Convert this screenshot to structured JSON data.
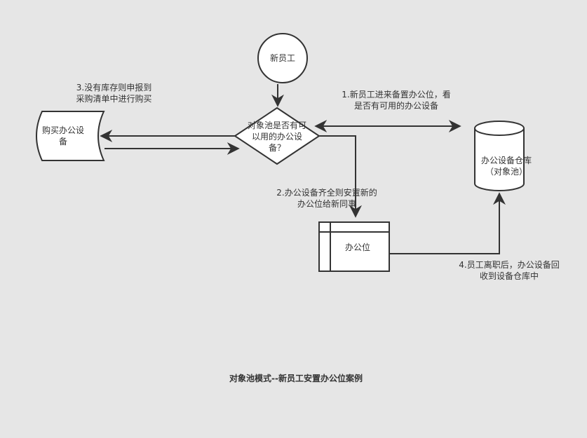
{
  "colors": {
    "background": "#e6e6e6",
    "stroke": "#333333",
    "fill": "#ffffff"
  },
  "nodes": {
    "new_employee": "新员工",
    "decision": "对象池是否有可\n以用的办公设\n备？",
    "purchase": "购买办公设\n备",
    "warehouse": "办公设备仓库\n（对象池）",
    "desk": "办公位"
  },
  "edges": {
    "step1": "1.新员工进来备置办公位，看\n是否有可用的办公设备",
    "step2": "2.办公设备齐全则安置新的\n办公位给新同事",
    "step3": "3.没有库存则申报到\n采购清单中进行购买",
    "step4": "4.员工离职后，办公设备回\n收到设备仓库中"
  },
  "caption": "对象池模式--新员工安置办公位案例"
}
